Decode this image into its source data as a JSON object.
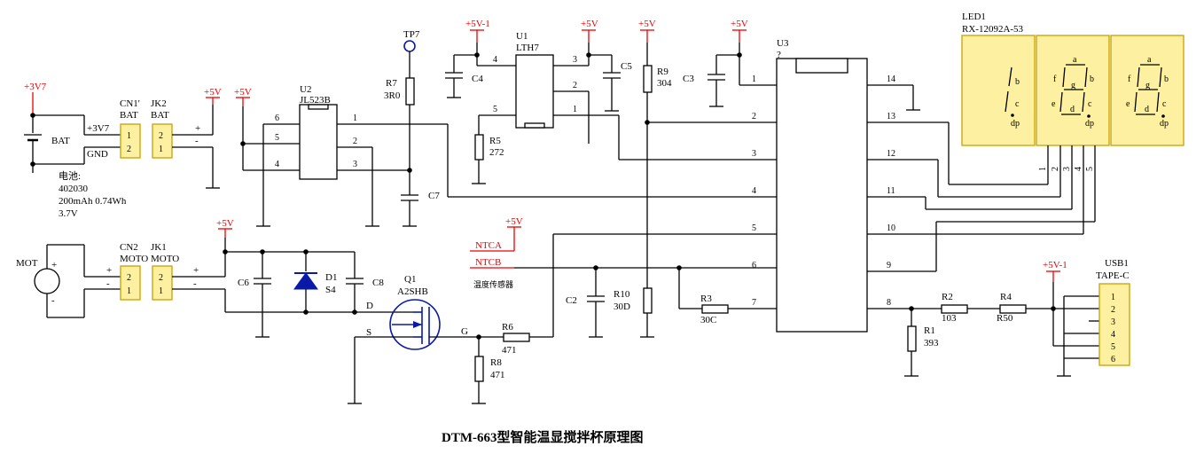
{
  "title": "DTM-663型智能温显搅拌杯原理图",
  "power_labels": {
    "p3v7_top": "+3V7",
    "p5v_jk2": "+5V",
    "p5v_u2": "+5V",
    "p5v1_top": "+5V-1",
    "p5v_c5": "+5V",
    "p5v_r9": "+5V",
    "p5v_c3": "+5V",
    "p5v_mot": "+5V",
    "p5v_ntc": "+5V",
    "p5v1_usb": "+5V-1"
  },
  "net_labels": {
    "ntca": "NTCA",
    "ntcb": "NTCB",
    "ntc_note": "温度传感器",
    "cn1_plus": "+3V7",
    "cn1_gnd": "GND",
    "q1_d": "D",
    "q1_s": "S",
    "q1_g": "G"
  },
  "battery": {
    "name": "BAT",
    "note_line1": "电池:",
    "note_line2": "402030",
    "note_line3": "200mAh 0.74Wh",
    "note_line4": "3.7V"
  },
  "motor": {
    "name": "MOT",
    "plus": "+",
    "minus": "-"
  },
  "connectors": {
    "cn1_ref": "CN1'",
    "cn1_val": "BAT",
    "cn1_p1": "1",
    "cn1_p2": "2",
    "jk2_ref": "JK2",
    "jk2_val": "BAT",
    "jk2_p1": "2",
    "jk2_p2": "1",
    "jk2_plus": "+",
    "jk2_minus": "-",
    "cn2_ref": "CN2",
    "cn2_val": "MOTO",
    "cn2_p1": "2",
    "cn2_p2": "1",
    "cn2_plus": "+",
    "cn2_minus": "-",
    "jk1_ref": "JK1",
    "jk1_val": "MOTO",
    "jk1_p1": "2",
    "jk1_p2": "1",
    "jk1_plus": "+",
    "jk1_minus": "-"
  },
  "u2": {
    "ref": "U2",
    "val": "JL523B",
    "p6": "6",
    "p5": "5",
    "p4": "4",
    "p1": "1",
    "p2": "2",
    "p3": "3"
  },
  "u1": {
    "ref": "U1",
    "val": "LTH7",
    "p4": "4",
    "p5": "5",
    "p3": "3",
    "p2": "2",
    "p1": "1"
  },
  "u3": {
    "ref": "U3",
    "val": "?",
    "left_pins": [
      "1",
      "2",
      "3",
      "4",
      "5",
      "6",
      "7"
    ],
    "right_pins": [
      "14",
      "13",
      "12",
      "11",
      "10",
      "9",
      "8"
    ]
  },
  "tp7": {
    "ref": "TP7"
  },
  "resistors": {
    "r7_ref": "R7",
    "r7_val": "3R0",
    "r5_ref": "R5",
    "r5_val": "272",
    "r9_ref": "R9",
    "r9_val": "304",
    "r10_ref": "R10",
    "r10_val": "30D",
    "r3_ref": "R3",
    "r3_val": "30C",
    "r6_ref": "R6",
    "r6_val": "471",
    "r8_ref": "R8",
    "r8_val": "471",
    "r1_ref": "R1",
    "r1_val": "393",
    "r2_ref": "R2",
    "r2_val": "103",
    "r4_ref": "R4",
    "r4_val": "R50"
  },
  "capacitors": {
    "c4": "C4",
    "c5": "C5",
    "c3": "C3",
    "c7": "C7",
    "c6": "C6",
    "c8": "C8",
    "c2": "C2"
  },
  "diode": {
    "ref": "D1",
    "val": "S4"
  },
  "mosfet": {
    "ref": "Q1",
    "val": "A2SHB"
  },
  "led": {
    "ref": "LED1",
    "val": "RX-12092A-53",
    "seg_b1": "b",
    "seg_c1": "c",
    "seg_dp1": "dp",
    "seg_a2": "a",
    "seg_f2": "f",
    "seg_b2": "b",
    "seg_g2": "g",
    "seg_e2": "e",
    "seg_c2": "c",
    "seg_d2": "d",
    "seg_dp2": "dp",
    "seg_a3": "a",
    "seg_f3": "f",
    "seg_b3": "b",
    "seg_g3": "g",
    "seg_e3": "e",
    "seg_c3": "c",
    "seg_d3": "d",
    "seg_dp3": "dp",
    "pins": [
      "1",
      "2",
      "3",
      "4",
      "5"
    ]
  },
  "usb": {
    "ref": "USB1",
    "val": "TAPE-C",
    "pins": [
      "1",
      "2",
      "3",
      "4",
      "5",
      "6"
    ]
  },
  "colors": {
    "power": "#e00000",
    "led_fill": "#fdf0a0",
    "mosfet": "#0a1aa8"
  }
}
